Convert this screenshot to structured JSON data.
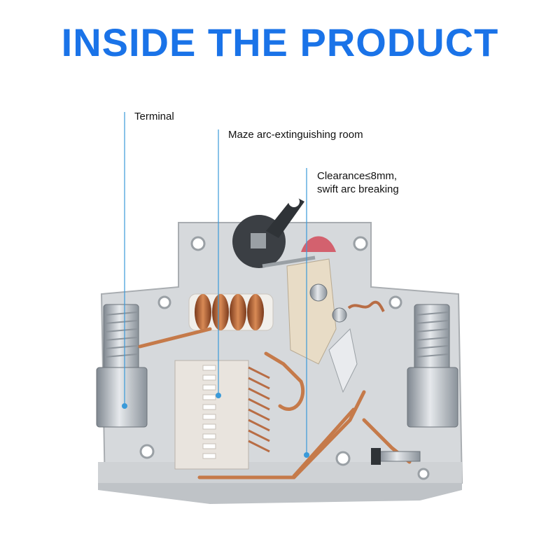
{
  "headline": "INSIDE THE PRODUCT",
  "callouts": {
    "terminal": "Terminal",
    "maze": "Maze arc-extinguishing room",
    "clearance_line1": "Clearance≤8mm,",
    "clearance_line2": "swift arc breaking"
  },
  "colors": {
    "headline": "#1a73e8",
    "callout_line": "#3a9ad9",
    "housing": "#d9dcdf",
    "copper": "#b5653a"
  }
}
